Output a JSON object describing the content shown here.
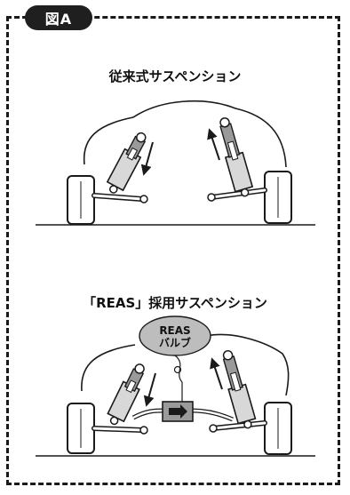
{
  "figure_label": "図A",
  "top_section": {
    "title": "従来式サスペンション"
  },
  "bottom_section": {
    "title": "「REAS」採用サスペンション",
    "valve_label_line1": "REAS",
    "valve_label_line2": "バルブ"
  },
  "colors": {
    "ink": "#1a1a1a",
    "gray_fill": "#9a9a9a",
    "light_fill": "#d8d8d8"
  }
}
